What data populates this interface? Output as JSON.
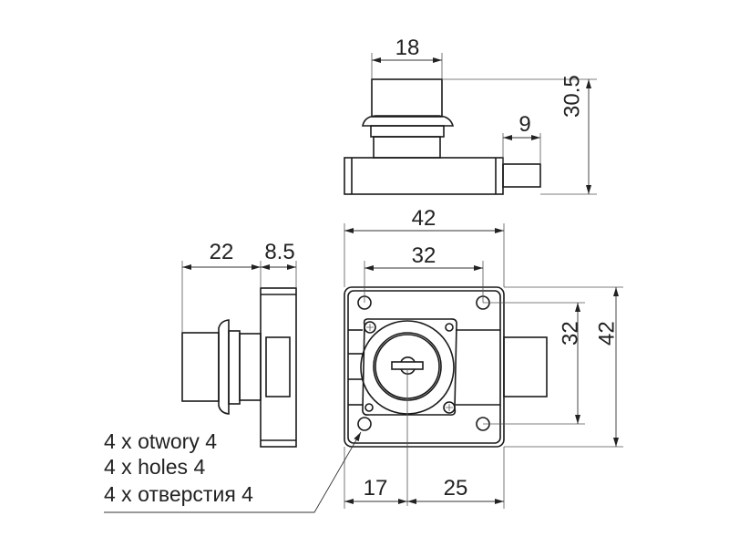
{
  "dimensions": {
    "top_width": "18",
    "top_height": "30.5",
    "bolt_length": "9",
    "front_width_total": "42",
    "front_hole_spacing_h": "32",
    "front_hole_spacing_v": "32",
    "front_height_total": "42",
    "bottom_left": "17",
    "bottom_right": "25",
    "side_cylinder": "22",
    "side_plate": "8.5"
  },
  "notes": [
    "4 x otwory 4",
    "4 x holes 4",
    "4 x отверстия 4"
  ],
  "colors": {
    "line": "#1a1a1a",
    "background": "#ffffff"
  }
}
